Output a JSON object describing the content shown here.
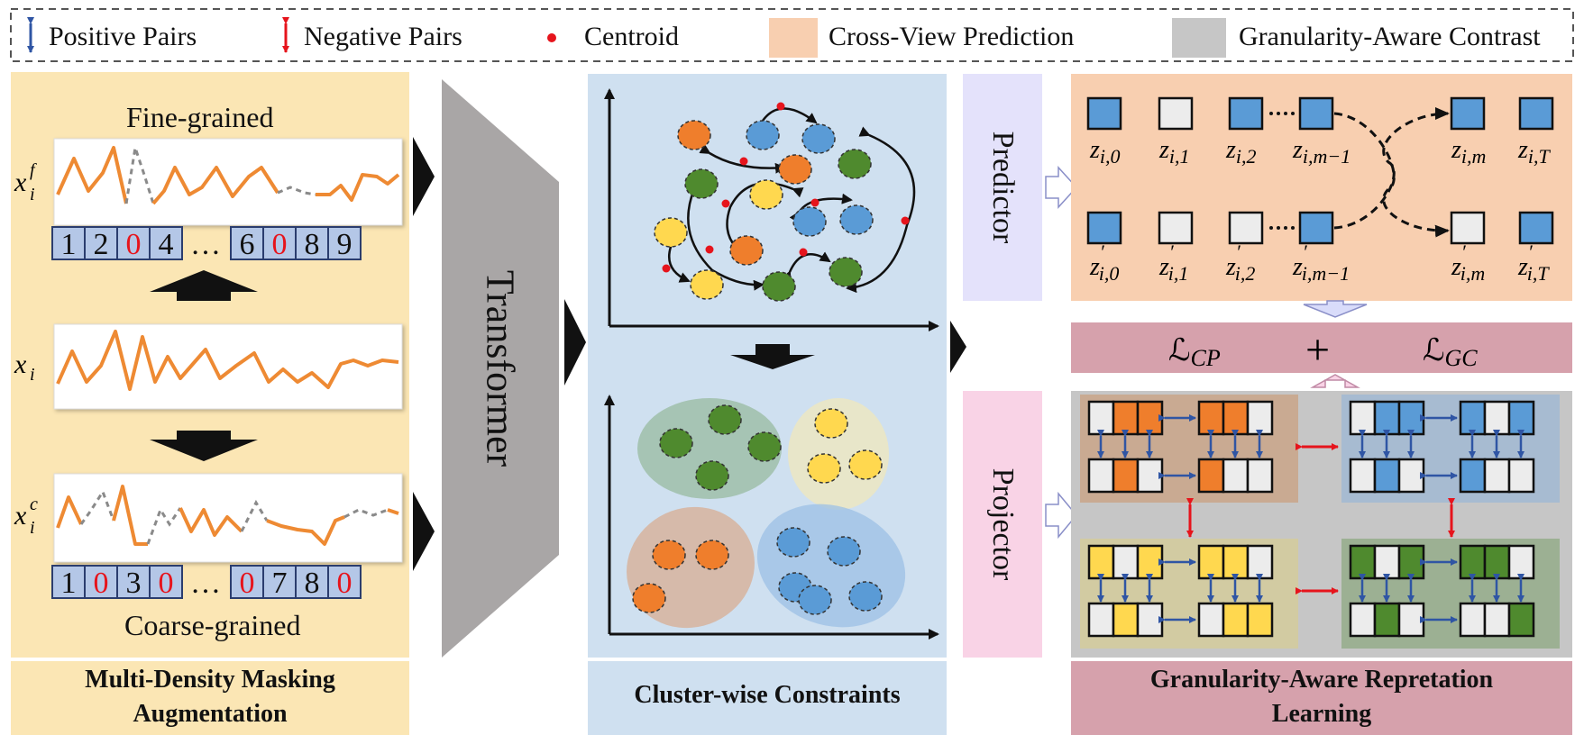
{
  "legend": {
    "positive_pairs": "Positive Pairs",
    "negative_pairs": "Negative Pairs",
    "centroid": "Centroid",
    "cross_view_prediction": "Cross-View Prediction",
    "granularity_aware_contrast": "Granularity-Aware Contrast"
  },
  "masking": {
    "fine_grained": "Fine-grained",
    "coarse_grained": "Coarse-grained",
    "fine_tokens": [
      "1",
      "2",
      "0",
      "4",
      "…",
      "6",
      "0",
      "8",
      "9"
    ],
    "coarse_tokens": [
      "1",
      "0",
      "3",
      "0",
      "…",
      "0",
      "7",
      "8",
      "0"
    ],
    "masked_token": "0",
    "section_title_line1": "Multi-Density Masking",
    "section_title_line2": "Augmentation"
  },
  "transformer": {
    "label": "Transformer"
  },
  "cluster": {
    "section_title": "Cluster-wise Constraints"
  },
  "predictor": {
    "label": "Predictor"
  },
  "projector": {
    "label": "Projector"
  },
  "granularity": {
    "section_title_line1": "Granularity-Aware Repretation",
    "section_title_line2": "Learning"
  },
  "colors": {
    "masking_bg": "#fbe6b4",
    "cluster_bg": "#cfe0f0",
    "predictor_bg": "#e4e2fb",
    "projector_bg": "#f9d3e6",
    "cross_view_bg": "#f8cfb0",
    "loss_bg": "#d6a1ac",
    "contrast_bg": "#c6c6c6",
    "transformer": "#a9a6a6",
    "series_orange": "#ee8a33",
    "token_blue": "#b4c7e7",
    "node_blue": "#5a9bd6",
    "node_orange": "#ef7e2c",
    "node_green": "#4f8a2e",
    "node_yellow": "#ffd84f",
    "centroid_red": "#e6141c",
    "positive_arrow": "#2f55a4",
    "negative_arrow": "#e6141c"
  }
}
